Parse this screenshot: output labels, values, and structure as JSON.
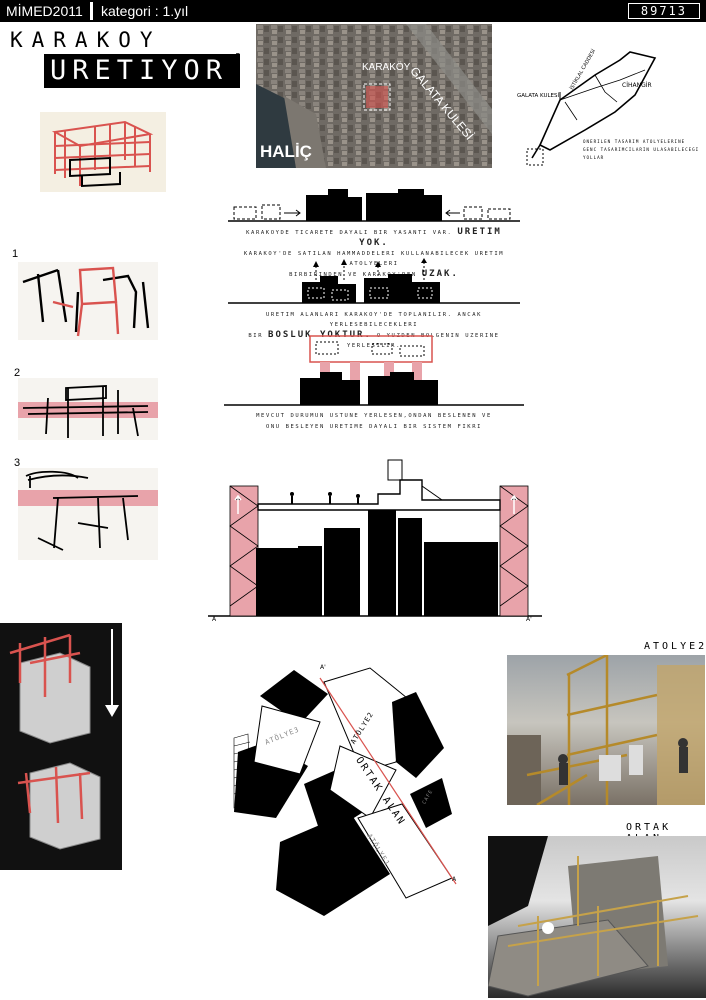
{
  "header": {
    "brand": "MİMED2011",
    "category": "kategori : 1.yıl",
    "code": "89713"
  },
  "title": {
    "line1": "KARAKOY",
    "line2": "URETIYOR",
    "bang": "!"
  },
  "map": {
    "label_karakoy": "KARAKÖY",
    "label_galata": "GALATA KULESİ",
    "label_halic": "HALİÇ"
  },
  "route": {
    "label_istiklal": "İSTİKLAL CADDESİ",
    "label_galata": "GALATA KULESİ",
    "label_cihangir": "CİHANGİR",
    "note": "ONERILEN TASARIM ATOLYELERINE GENC TASARIMCILARIN ULASABILECEGI YOLLAR"
  },
  "sketches": {
    "n1": "1",
    "n2": "2",
    "n3": "3"
  },
  "diagram_text": {
    "c1_a": "KARAKOYDE TICARETE DAYALI BIR YASANTI VAR.",
    "c1_b": "URETIM YOK.",
    "c1_c": "KARAKOY'DE SATILAN HAMMADDELERI KULLANABILECEK URETIM ATOLYELERI",
    "c1_d": "BIRBIRINDEN VE KARAKOY'DEN",
    "c1_e": "UZAK.",
    "c2_a": "URETIM ALANLARI KARAKOY'DE TOPLANILIR. ANCAK YERLESEBILECEKLERI",
    "c2_b": "BIR",
    "c2_c": "BOSLUK YOKTUR.",
    "c2_d": "O YUZDEN BOLGENIN UZERINE YERLESILIR.",
    "c3_a": "MEVCUT DURUMUN USTUNE YERLESEN,ONDAN BESLENEN VE",
    "c3_b": "ONU BESLEYEN URETIME DAYALI BIR SISTEM FIKRI"
  },
  "section": {
    "a_left": "A",
    "a_right": "A'"
  },
  "plan": {
    "a_top": "A'",
    "a_bottom": "A",
    "atolye1": "ATÖLYE1",
    "atolye2": "ATÖLYE2",
    "atolye3": "ATÖLYE3",
    "ortak_alan": "ORTAK ALAN",
    "cafe": "CAFE"
  },
  "renders": {
    "atolye2": "ATOLYE2",
    "ortak_alan": "ORTAK ALAN"
  },
  "colors": {
    "accent_red": "#d9534f",
    "pink": "#e8a3aa",
    "black": "#000000"
  }
}
